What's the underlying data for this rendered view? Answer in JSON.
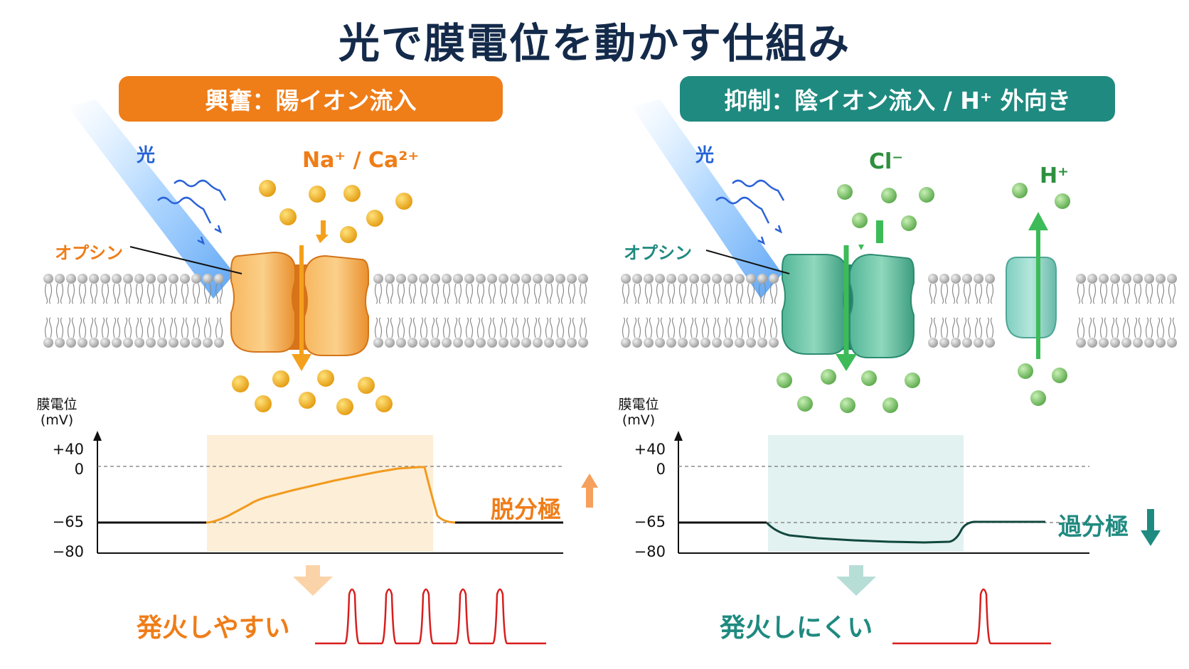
{
  "title": "光で膜電位を動かす仕組み",
  "excitation": {
    "header": "興奮：陽イオン流入",
    "light_label": "光",
    "opsin_label": "オプシン",
    "ion_label": "Na⁺ / Ca²⁺",
    "axis_title": "膜電位",
    "axis_unit": "(mV)",
    "ticks": [
      "+40",
      "0",
      "−65",
      "−80"
    ],
    "effect_label": "脱分極",
    "result_label": "発火しやすい",
    "accent_color": "#ef7d18",
    "spike_count": 5
  },
  "inhibition": {
    "header": "抑制：陰イオン流入 / H⁺ 外向き",
    "light_label": "光",
    "opsin_label": "オプシン",
    "ion_label": "Cl⁻",
    "pump_label": "H⁺",
    "axis_title": "膜電位",
    "axis_unit": "(mV)",
    "ticks": [
      "+40",
      "0",
      "−65",
      "−80"
    ],
    "effect_label": "過分極",
    "result_label": "発火しにくい",
    "accent_color": "#1f8a80",
    "spike_count": 1
  },
  "colors": {
    "light_blue": "#2a7be0",
    "ion_orange": "#f2b51e",
    "ion_green": "#7cc76a",
    "spike_red": "#d81e1e"
  }
}
